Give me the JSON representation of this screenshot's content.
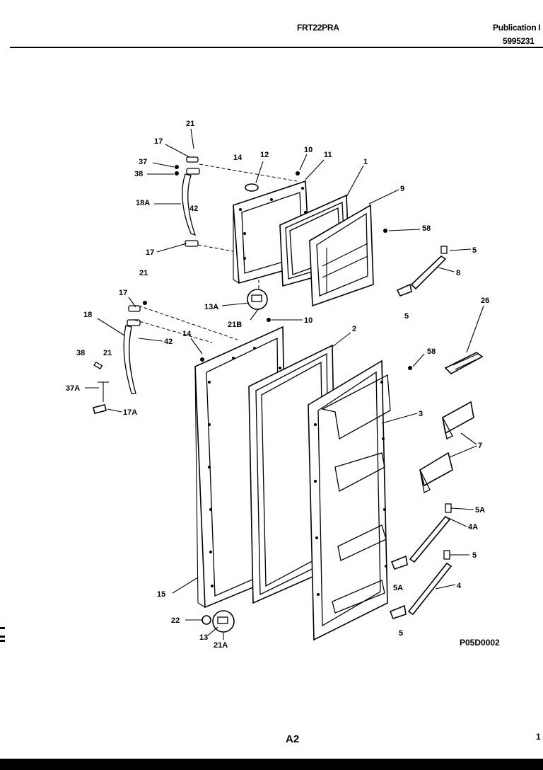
{
  "header": {
    "model": "FRT22PRA",
    "publication_label": "Publication I",
    "publication_number": "5995231"
  },
  "footer": {
    "page_code": "A2",
    "page_number": "1",
    "drawing_code": "P05D0002"
  },
  "labels": {
    "l21_top": "21",
    "l17_top": "17",
    "l37": "37",
    "l38_top": "38",
    "l18A": "18A",
    "l42_top": "42",
    "l17_mid": "17",
    "l21_mid": "21",
    "l14_top": "14",
    "l12": "12",
    "l10_top": "10",
    "l11": "11",
    "l1": "1",
    "l9": "9",
    "l58_top": "58",
    "l5_top": "5",
    "l8": "8",
    "l5_mid": "5",
    "l26": "26",
    "l13A": "13A",
    "l21B": "21B",
    "l10_mid": "10",
    "l17_low": "17",
    "l18": "18",
    "l42_low": "42",
    "l14_low": "14",
    "l2": "2",
    "l38_low": "38",
    "l21_low": "21",
    "l58_low": "58",
    "l37A": "37A",
    "l17A": "17A",
    "l3": "3",
    "l7": "7",
    "l5A_right": "5A",
    "l4A": "4A",
    "l5_low": "5",
    "l5A_left": "5A",
    "l4": "4",
    "l15": "15",
    "l22": "22",
    "l13": "13",
    "l21A": "21A",
    "l5_bottom": "5"
  }
}
